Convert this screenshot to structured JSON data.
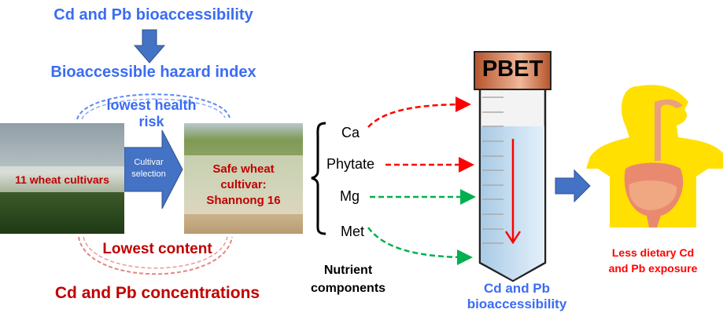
{
  "top": {
    "title": "Cd and Pb bioaccessibility",
    "hazard": "Bioaccessible hazard index",
    "risk_line1": "lowest health",
    "risk_line2": "risk"
  },
  "left_photo": {
    "label": "11 wheat cultivars"
  },
  "selection_arrow": {
    "line1": "Cultivar",
    "line2": "selection"
  },
  "right_photo": {
    "line1": "Safe wheat",
    "line2": "cultivar:",
    "line3": "Shannong 16"
  },
  "bottom": {
    "content": "Lowest content",
    "concentrations": "Cd and Pb concentrations"
  },
  "nutrients": {
    "items": [
      "Ca",
      "Phytate",
      "Mg",
      "Met"
    ],
    "label_line1": "Nutrient",
    "label_line2": "components"
  },
  "tube": {
    "cap": "PBET",
    "caption_line1": "Cd and Pb",
    "caption_line2": "bioaccessibility"
  },
  "human": {
    "line1": "Less dietary Cd",
    "line2": "and Pb exposure"
  },
  "colors": {
    "blue": "#3a6cf4",
    "arrow_blue": "#4472c4",
    "dark_red": "#c00000",
    "red": "#ff0000",
    "green": "#00b050",
    "yellow": "#ffe000"
  }
}
